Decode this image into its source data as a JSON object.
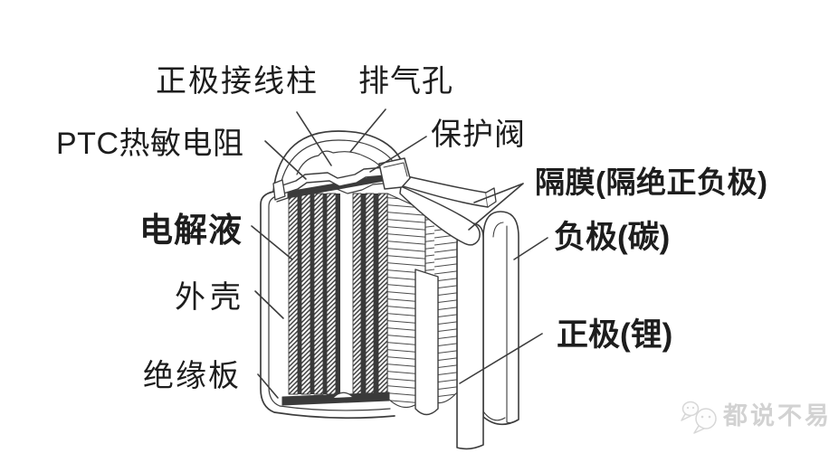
{
  "figure": {
    "type": "battery-cutaway-diagram",
    "labels": {
      "terminal": "正极接线柱",
      "vent_hole": "排气孔",
      "ptc": "PTC热敏电阻",
      "valve": "保护阀",
      "separator": "隔膜(隔绝正负极)",
      "electrolyte": "电解液",
      "anode": "负极(碳)",
      "shell": "外壳",
      "cathode": "正极(锂)",
      "insulator": "绝缘板"
    }
  },
  "watermark": {
    "icon": "chat-bubbles-icon",
    "text": "都说不易"
  },
  "colors": {
    "line": "#3d3d3d",
    "dark_fill": "#3a3a3a",
    "label_text": "#1d1d1d",
    "watermark": "#d2d2d2",
    "background": "#ffffff"
  }
}
